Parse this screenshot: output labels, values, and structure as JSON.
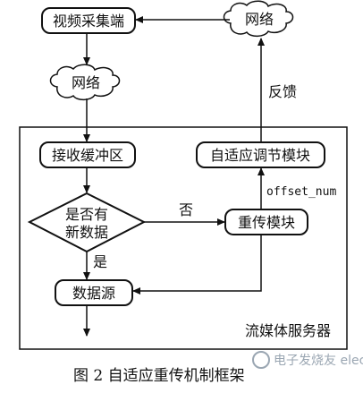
{
  "nodes": {
    "video_capture": "视频采集端",
    "network_top": "网络",
    "network_left": "网络",
    "receive_buffer": "接收缓冲区",
    "adaptive_module": "自适应调节模块",
    "decision": [
      "是否有",
      "新数据"
    ],
    "retransmit_module": "重传模块",
    "data_source": "数据源",
    "server": "流媒体服务器"
  },
  "edges": {
    "feedback": "反馈",
    "offset": "offset_num",
    "no": "否",
    "yes": "是"
  },
  "caption": "图 2    自适应重传机制框架",
  "watermark": "电子发烧友 elecfans.com"
}
